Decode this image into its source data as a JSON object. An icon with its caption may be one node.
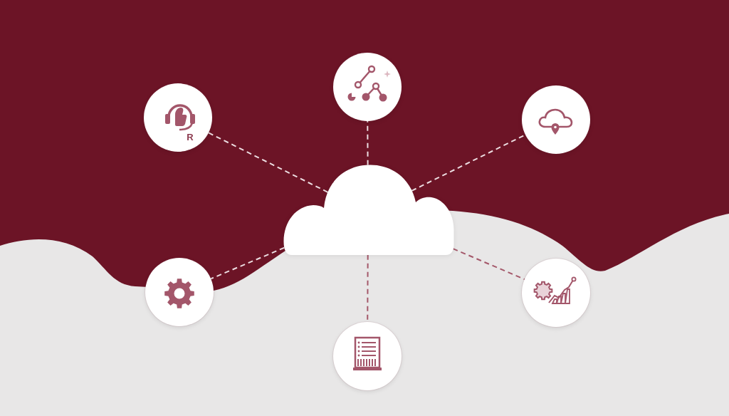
{
  "diagram": {
    "nodes": [
      {
        "text": [],
        "shape": "circle"
      },
      {
        "text": [
          "R"
        ]
      },
      {
        "text": [],
        "shape": "circle"
      },
      {
        "text": [],
        "shape": "cloud"
      },
      {
        "text": [],
        "shape": "circle"
      },
      {
        "text": [],
        "shape": "circle"
      },
      {
        "text": [],
        "shape": "circle"
      }
    ],
    "edges": [
      {
        "from": 3,
        "to": 0,
        "arrow": "none",
        "style": "dashed"
      },
      {
        "from": 3,
        "to": 1,
        "arrow": "none",
        "style": "dashed"
      },
      {
        "from": 3,
        "to": 2,
        "arrow": "none",
        "style": "dashed"
      },
      {
        "from": 3,
        "to": 4,
        "arrow": "none",
        "style": "dashed"
      },
      {
        "from": 3,
        "to": 5,
        "arrow": "none",
        "style": "dashed",
        "color": "#a4586a"
      },
      {
        "from": 3,
        "to": 6,
        "arrow": "none",
        "style": "dashed",
        "color": "#a4586a"
      }
    ]
  }
}
